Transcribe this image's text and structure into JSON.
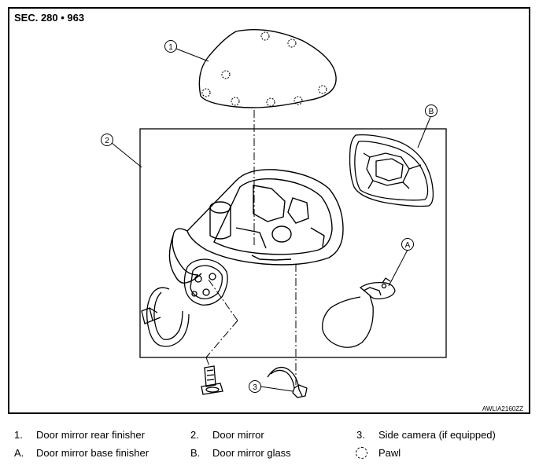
{
  "header": {
    "section": "SEC. 280 • 963"
  },
  "figure_code": "AWLIA2160ZZ",
  "callouts": {
    "c1": "1",
    "c2": "2",
    "c3": "3",
    "cA": "A",
    "cB": "B"
  },
  "legend": {
    "item1": {
      "key": "1.",
      "label": "Door mirror rear finisher"
    },
    "item2": {
      "key": "2.",
      "label": "Door mirror"
    },
    "item3": {
      "key": "3.",
      "label": "Side camera (if equipped)"
    },
    "itemA": {
      "key": "A.",
      "label": "Door mirror base finisher"
    },
    "itemB": {
      "key": "B.",
      "label": "Door mirror glass"
    },
    "pawl": {
      "label": "Pawl"
    }
  }
}
